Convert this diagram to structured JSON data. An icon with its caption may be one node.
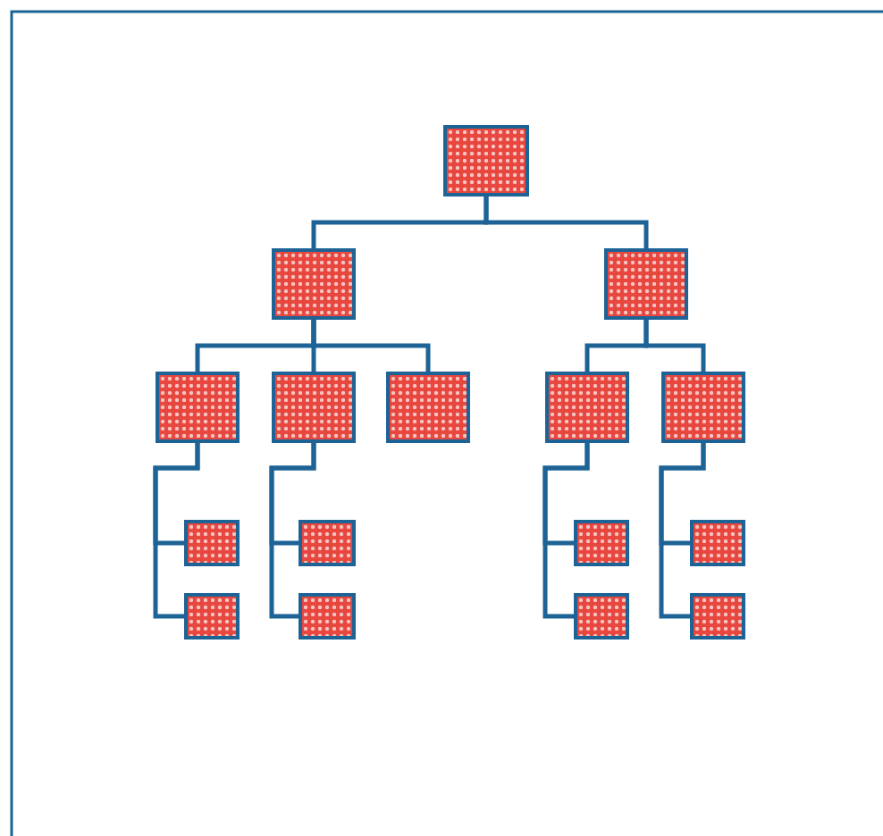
{
  "diagram": {
    "nodes": [
      {
        "text": [],
        "shape": "box"
      },
      {
        "text": [],
        "shape": "box"
      },
      {
        "text": [],
        "shape": "box"
      },
      {
        "text": [],
        "shape": "box"
      },
      {
        "text": [],
        "shape": "box"
      },
      {
        "text": [],
        "shape": "box"
      },
      {
        "text": [],
        "shape": "box"
      },
      {
        "text": [],
        "shape": "box"
      },
      {
        "text": [],
        "shape": "box"
      },
      {
        "text": [],
        "shape": "box"
      },
      {
        "text": [],
        "shape": "box"
      },
      {
        "text": [],
        "shape": "box"
      },
      {
        "text": [],
        "shape": "box"
      },
      {
        "text": [],
        "shape": "box"
      },
      {
        "text": [],
        "shape": "box"
      },
      {
        "text": [],
        "shape": "box"
      }
    ],
    "edges": [
      {
        "from": 0,
        "to": 1,
        "arrow": "none"
      },
      {
        "from": 0,
        "to": 2,
        "arrow": "none"
      },
      {
        "from": 1,
        "to": 3,
        "arrow": "none"
      },
      {
        "from": 1,
        "to": 4,
        "arrow": "none"
      },
      {
        "from": 1,
        "to": 5,
        "arrow": "none"
      },
      {
        "from": 2,
        "to": 6,
        "arrow": "none"
      },
      {
        "from": 2,
        "to": 7,
        "arrow": "none"
      },
      {
        "from": 3,
        "to": 8,
        "arrow": "none"
      },
      {
        "from": 3,
        "to": 12,
        "arrow": "none"
      },
      {
        "from": 4,
        "to": 9,
        "arrow": "none"
      },
      {
        "from": 4,
        "to": 13,
        "arrow": "none"
      },
      {
        "from": 6,
        "to": 10,
        "arrow": "none"
      },
      {
        "from": 6,
        "to": 14,
        "arrow": "none"
      },
      {
        "from": 7,
        "to": 11,
        "arrow": "none"
      },
      {
        "from": 7,
        "to": 15,
        "arrow": "none"
      }
    ]
  }
}
